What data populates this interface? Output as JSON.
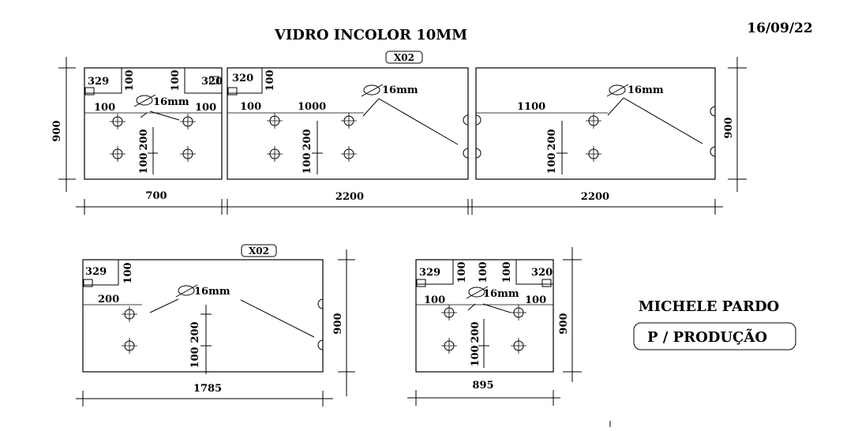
{
  "title": "VIDRO INCOLOR 10MM",
  "date": "16/09/22",
  "client": "MICHELE PARDO",
  "purpose": "P / PRODUÇÃO",
  "tags": {
    "top": "X02",
    "bottom": "X02"
  },
  "hole_label": "16mm",
  "top_row": {
    "height": "900",
    "panel_a": {
      "width": "700",
      "cut_left": "329",
      "cut_left_h": "100",
      "cut_right": "320",
      "cut_right_h": "100",
      "offset_left": "100",
      "offset_right": "100",
      "v1": "200",
      "v2": "100"
    },
    "panel_b": {
      "width": "2200",
      "cut": "320",
      "cut_h": "100",
      "offset": "100",
      "spacing": "1000",
      "v1": "200",
      "v2": "100"
    },
    "panel_c": {
      "width": "2200",
      "offset": "1100",
      "v1": "200",
      "v2": "100"
    }
  },
  "bottom_left": {
    "width": "1785",
    "height": "900",
    "cut": "329",
    "cut_h": "100",
    "offset": "200",
    "v1": "200",
    "v2": "100"
  },
  "bottom_right": {
    "width": "895",
    "height": "900",
    "cut_left": "329",
    "cut_left_h": "100",
    "cut_right": "320",
    "cut_right_h": "100",
    "mid_h": "100",
    "offset_left": "100",
    "offset_right": "100",
    "v1": "200",
    "v2": "100"
  }
}
